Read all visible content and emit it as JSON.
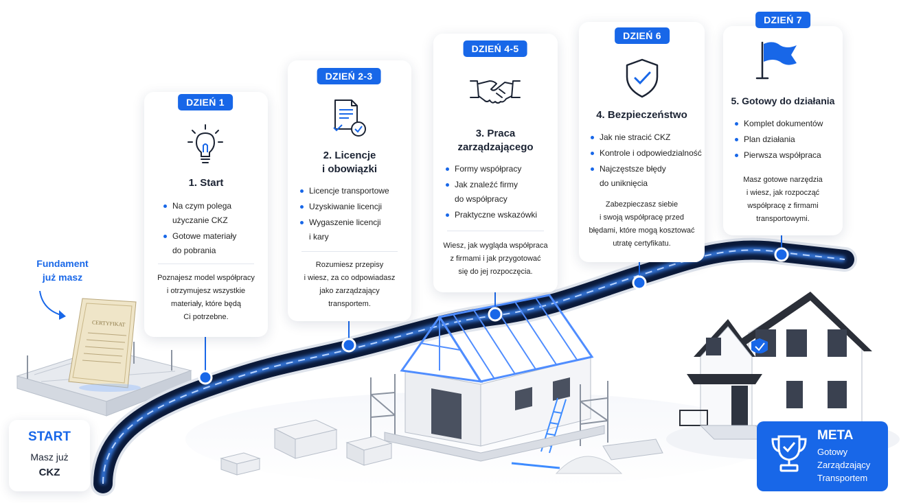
{
  "foundation": {
    "label_line1": "Fundament",
    "label_line2": "już masz"
  },
  "start": {
    "title": "START",
    "line1": "Masz już",
    "line2": "CKZ"
  },
  "meta": {
    "title": "META",
    "line1": "Gotowy",
    "line2": "Zarządzający",
    "line3": "Transportem"
  },
  "certificate": {
    "title": "CERTYFIKAT"
  },
  "steps": [
    {
      "day": "DZIEŃ 1",
      "icon": "lightbulb-icon",
      "title_line1": "1. Start",
      "items": [
        "Na czym polega",
        "użyczanie CKZ",
        "Gotowe materiały",
        "do pobrania"
      ],
      "summary": [
        "Poznajesz model współpracy",
        "i otrzymujesz wszystkie",
        "materiały, które będą",
        "Ci potrzebne."
      ]
    },
    {
      "day": "DZIEŃ 2-3",
      "icon": "document-check-icon",
      "title_line1": "2. Licencje",
      "title_line2": "i obowiązki",
      "items": [
        "Licencje transportowe",
        "Uzyskiwanie licencji",
        "Wygaszenie licencji",
        "i kary"
      ],
      "summary": [
        "Rozumiesz przepisy",
        "i wiesz, za co odpowiadasz",
        "jako zarządzający",
        "transportem."
      ]
    },
    {
      "day": "DZIEŃ 4-5",
      "icon": "handshake-icon",
      "title_line1": "3. Praca",
      "title_line2": "zarządzającego",
      "items": [
        "Formy współpracy",
        "Jak znaleźć firmy",
        "do współpracy",
        "Praktyczne wskazówki"
      ],
      "summary": [
        "Wiesz, jak wygląda współpraca",
        "z firmami i jak przygotować",
        "się do jej rozpoczęcia."
      ]
    },
    {
      "day": "DZIEŃ 6",
      "icon": "shield-check-icon",
      "title_line1": "4. Bezpieczeństwo",
      "items": [
        "Jak nie stracić CKZ",
        "Kontrole i odpowiedzialność",
        "Najczęstsze błędy",
        "do uniknięcia"
      ],
      "summary": [
        "Zabezpieczasz siebie",
        "i swoją współpracę przed",
        "błędami, które mogą kosztować",
        "utratę certyfikatu."
      ]
    },
    {
      "day": "DZIEŃ 7",
      "icon": "flag-icon",
      "title_line1": "5. Gotowy do działania",
      "items": [
        "Komplet dokumentów",
        "Plan działania",
        "Pierwsza współpraca"
      ],
      "summary": [
        "Masz gotowe narzędzia",
        "i wiesz, jak rozpocząć",
        "współpracę z firmami",
        "transportowymi."
      ]
    }
  ],
  "colors": {
    "accent": "#1867e8",
    "road": "#0b1a3a",
    "road_glow": "#3d8bff"
  }
}
